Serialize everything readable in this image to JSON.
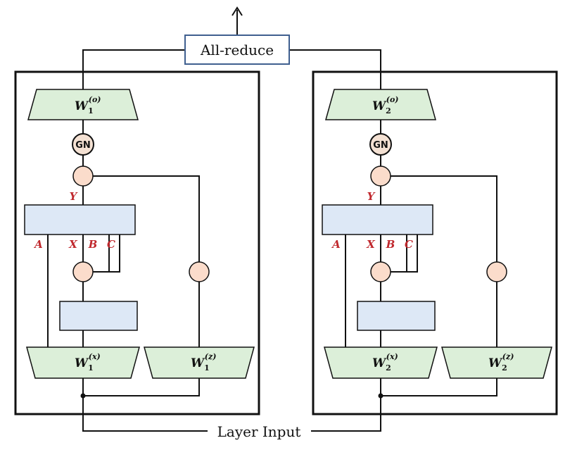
{
  "allreduce_label": "All-reduce",
  "input_label": "Layer Input",
  "norm_label": "GN",
  "devices": [
    {
      "index": "1",
      "out_proj": {
        "base": "W",
        "sup": "(o)",
        "sub": "1"
      },
      "x_proj": {
        "base": "W",
        "sup": "(x)",
        "sub": "1"
      },
      "z_proj": {
        "base": "W",
        "sup": "(z)",
        "sub": "1"
      },
      "vars": {
        "y": "Y",
        "a": "A",
        "x": "X",
        "b": "B",
        "c": "C"
      }
    },
    {
      "index": "2",
      "out_proj": {
        "base": "W",
        "sup": "(o)",
        "sub": "2"
      },
      "x_proj": {
        "base": "W",
        "sup": "(x)",
        "sub": "2"
      },
      "z_proj": {
        "base": "W",
        "sup": "(z)",
        "sub": "2"
      },
      "vars": {
        "y": "Y",
        "a": "A",
        "x": "X",
        "b": "B",
        "c": "C"
      }
    }
  ],
  "colors": {
    "trapezoid_fill": "#dcefd9",
    "block_fill": "#dde8f6",
    "circle_fill": "#fbdccb",
    "gn_fill": "#f4e1d3",
    "allreduce_border": "#3f5f8f",
    "var_red": "#c0282d",
    "line": "#111111"
  }
}
